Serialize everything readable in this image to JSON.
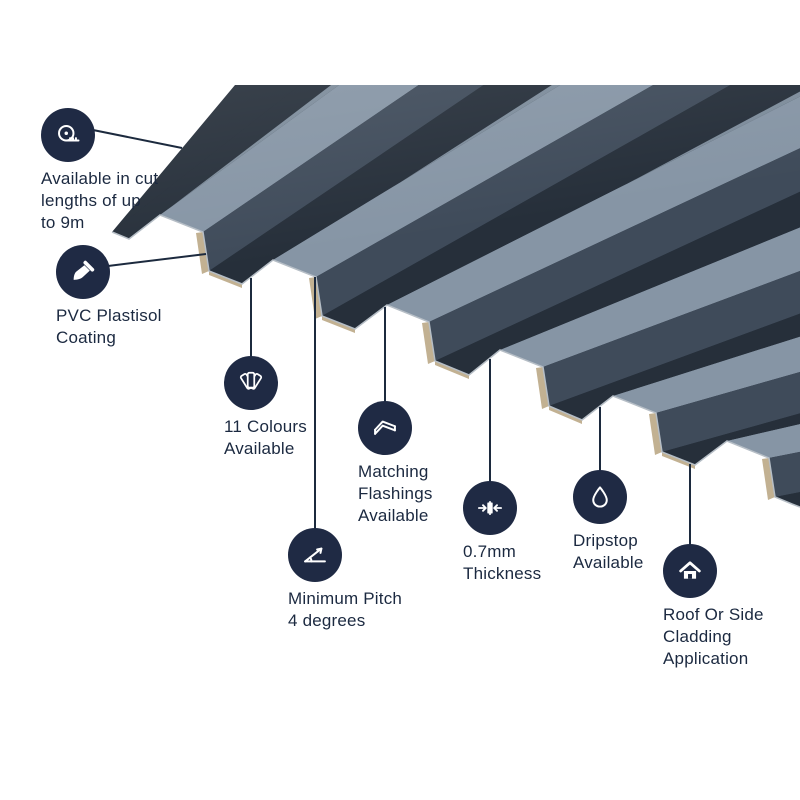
{
  "colors": {
    "background": "#ffffff",
    "icon_circle": "#1f2a44",
    "text": "#1b2940",
    "leader_line": "#1c2a3e",
    "sheet_dark": "#262f3a",
    "sheet_mid_dark": "#3f4b5a",
    "sheet_light": "#8695a5",
    "sheet_light_mid": "#7d8c9b",
    "sheet_underside_tan": "#c2b192"
  },
  "illustration": {
    "subject": "box-profile corrugated roofing sheet, anthracite colour, shown diagonally with cut corrugation edge"
  },
  "features": [
    {
      "id": "cut-lengths",
      "icon": "tape-measure-icon",
      "lines": [
        "Available in cut",
        "lengths of up",
        "to 9m"
      ]
    },
    {
      "id": "coating",
      "icon": "paintbrush-icon",
      "lines": [
        "PVC Plastisol",
        "Coating"
      ]
    },
    {
      "id": "colours",
      "icon": "colour-fan-icon",
      "lines": [
        "11 Colours",
        "Available"
      ]
    },
    {
      "id": "pitch",
      "icon": "pitch-angle-icon",
      "lines": [
        "Minimum Pitch",
        "4 degrees"
      ]
    },
    {
      "id": "flashings",
      "icon": "flashing-icon",
      "lines": [
        "Matching",
        "Flashings",
        "Available"
      ]
    },
    {
      "id": "thickness",
      "icon": "thickness-icon",
      "lines": [
        "0.7mm",
        "Thickness"
      ]
    },
    {
      "id": "dripstop",
      "icon": "droplet-icon",
      "lines": [
        "Dripstop",
        "Available"
      ]
    },
    {
      "id": "cladding",
      "icon": "house-icon",
      "lines": [
        "Roof Or Side",
        "Cladding",
        "Application"
      ]
    }
  ]
}
